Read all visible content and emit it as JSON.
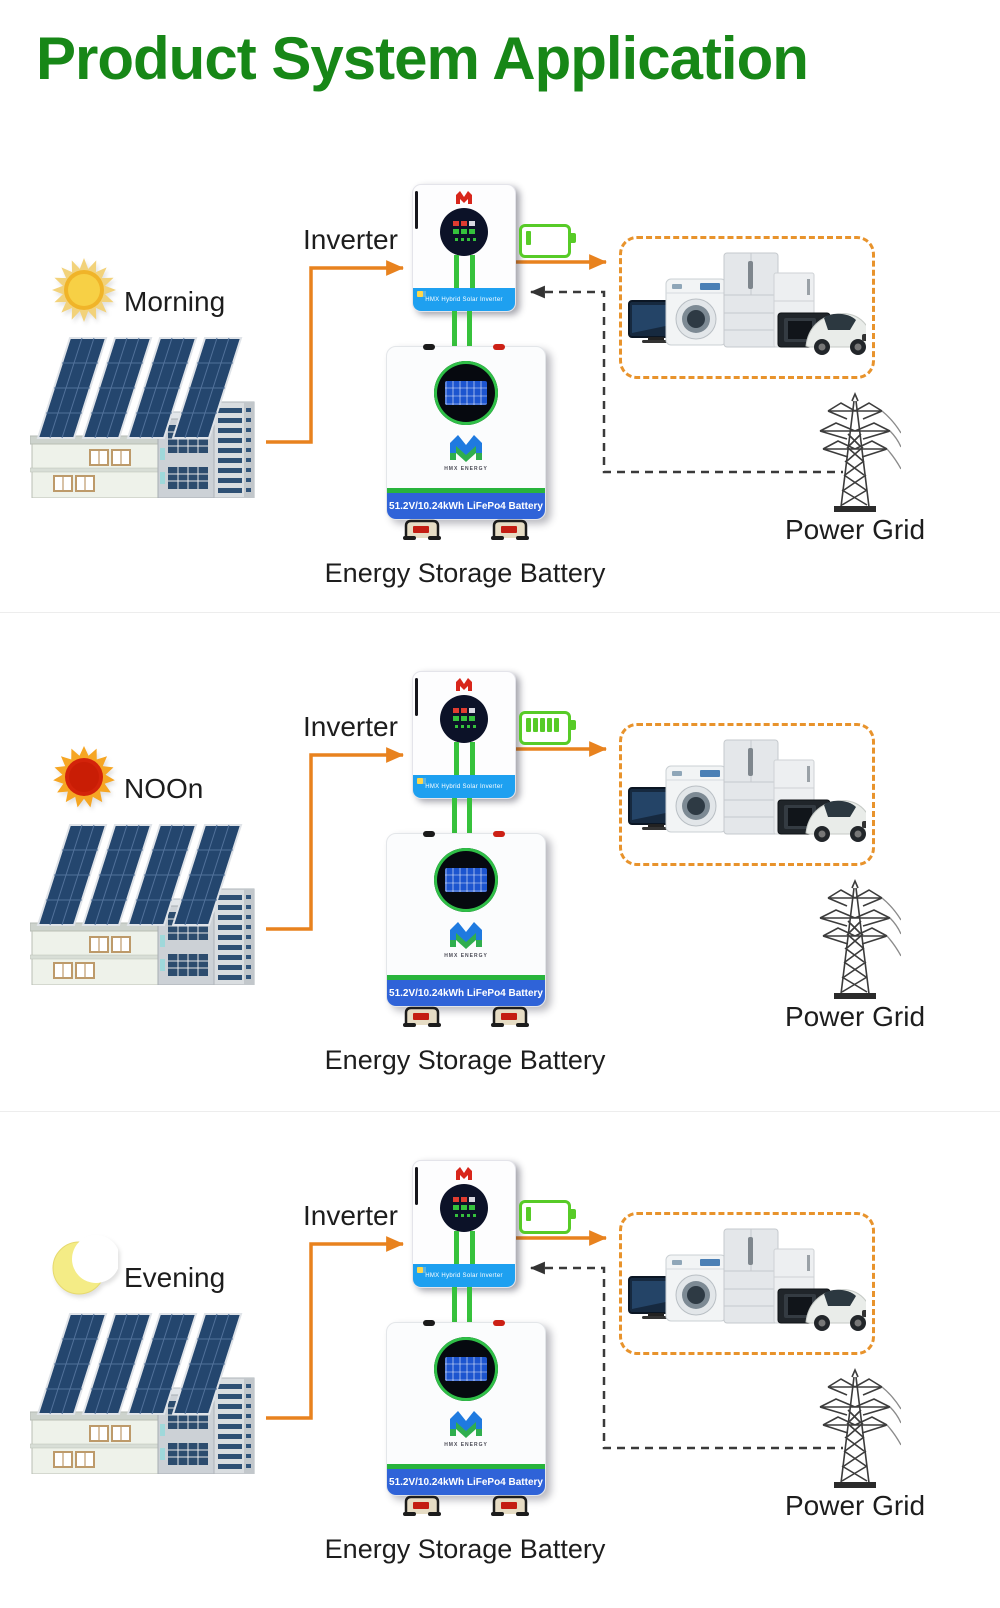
{
  "title": "Product System Application",
  "colors": {
    "title_green": "#178717",
    "arrow_orange": "#e8821e",
    "loads_box_orange": "#e8932c",
    "charge_green": "#57cb27",
    "inverter_strip_blue": "#1ea0f0",
    "battery_strip_blue": "#2f63d8",
    "grid_dash_dark": "#3a3a3a"
  },
  "labels": {
    "inverter": "Inverter",
    "energy_storage_battery": "Energy Storage Battery",
    "power_grid": "Power Grid",
    "inverter_strip_text": "HMX Hybrid Solar Inverter",
    "battery_strip_text": "51.2V/10.24kWh LiFePo4 Battery",
    "battery_brand_text": "HMX ENERGY"
  },
  "icons": {
    "morning": "morning-sun-icon",
    "noon": "noon-sun-icon",
    "evening": "moon-icon",
    "battery_low": "battery-low-icon",
    "battery_full": "battery-full-icon",
    "loads": "home-appliances-ev-image",
    "grid": "transmission-tower-icon",
    "solar_home": "solar-house-image"
  },
  "sections": [
    {
      "time_label": "Morning",
      "sky_icon": "morning-sun-icon",
      "battery_indicator": "low",
      "grid_backup_dashed_line": true
    },
    {
      "time_label": "NOOn",
      "sky_icon": "noon-sun-icon",
      "battery_indicator": "full",
      "grid_backup_dashed_line": false
    },
    {
      "time_label": "Evening",
      "sky_icon": "moon-icon",
      "battery_indicator": "low",
      "grid_backup_dashed_line": true
    }
  ]
}
